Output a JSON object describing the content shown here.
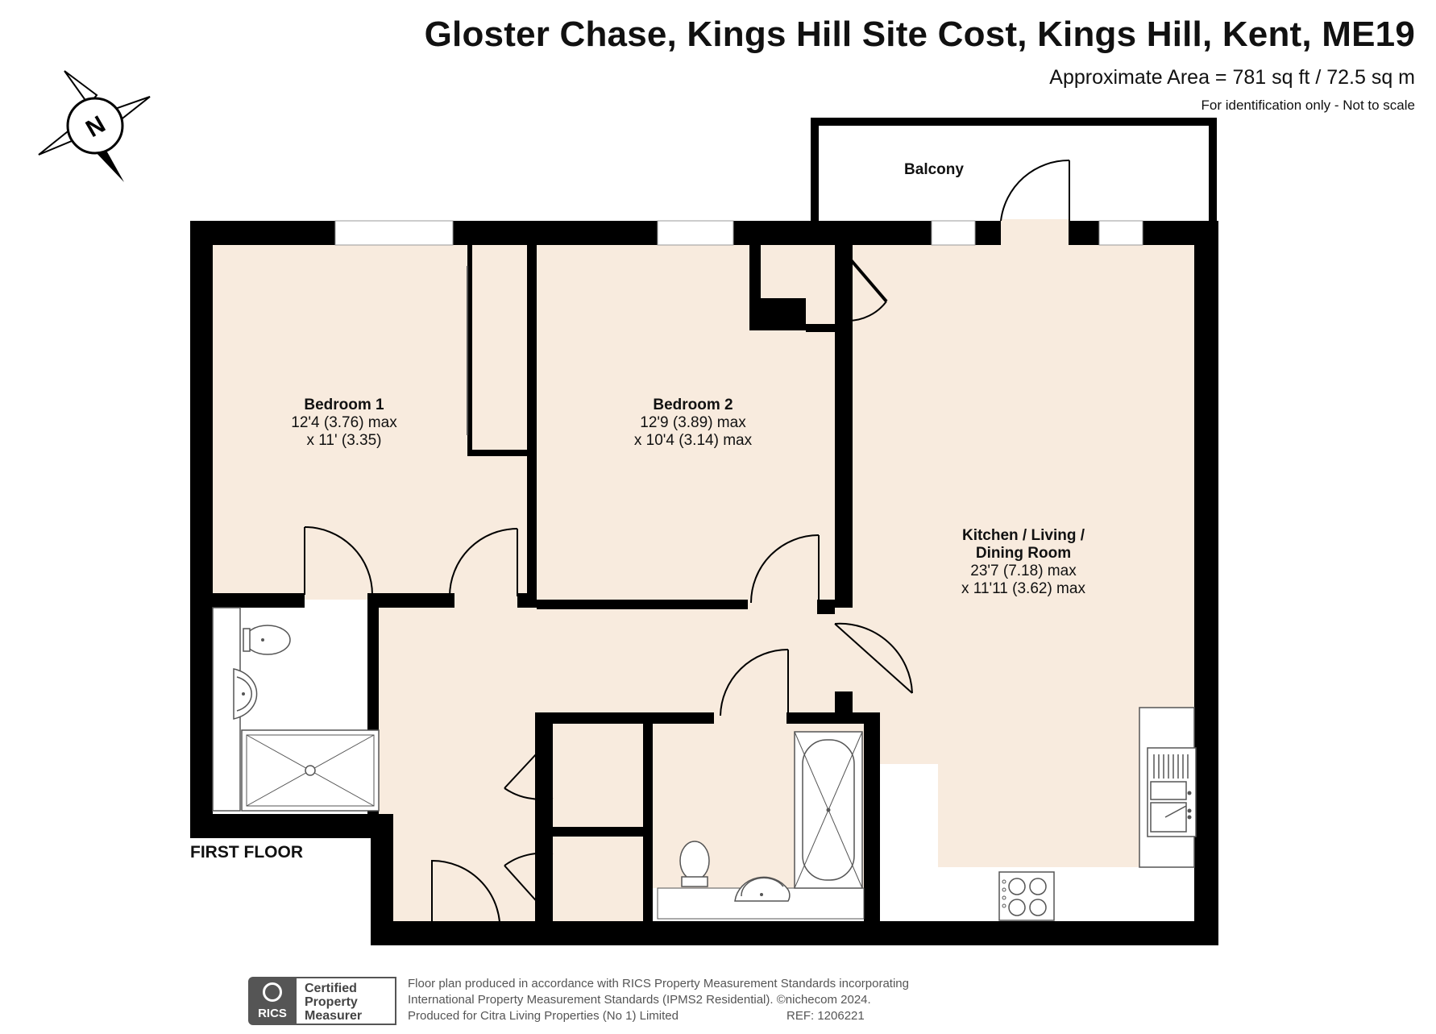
{
  "header": {
    "title": "Gloster Chase, Kings Hill Site Cost, Kings Hill, Kent, ME19",
    "area": "Approximate Area = 781 sq ft / 72.5 sq m",
    "note": "For identification only - Not to scale"
  },
  "compass": {
    "letter": "N"
  },
  "floor_label": "FIRST FLOOR",
  "rooms": {
    "balcony": {
      "name": "Balcony"
    },
    "bedroom1": {
      "name": "Bedroom 1",
      "dim1": "12'4 (3.76) max",
      "dim2": "x 11' (3.35)"
    },
    "bedroom2": {
      "name": "Bedroom 2",
      "dim1": "12'9 (3.89) max",
      "dim2": "x 10'4 (3.14) max"
    },
    "kitchen": {
      "name1": "Kitchen / Living /",
      "name2": "Dining Room",
      "dim1": "23'7 (7.18) max",
      "dim2": "x 11'11 (3.62) max"
    }
  },
  "footer": {
    "rics_logo": "RICS",
    "badge": [
      "Certified",
      "Property",
      "Measurer"
    ],
    "line1": "Floor plan produced in accordance with RICS Property Measurement Standards incorporating",
    "line2": "International Property Measurement Standards (IPMS2 Residential).  ©nichecom 2024.",
    "line3": "Produced for Citra Living Properties (No 1) Limited",
    "ref": "REF:  1206221"
  },
  "colors": {
    "wall": "#000000",
    "floor": "#f8ebde",
    "window": "#ffffff",
    "grey": "#555555"
  }
}
